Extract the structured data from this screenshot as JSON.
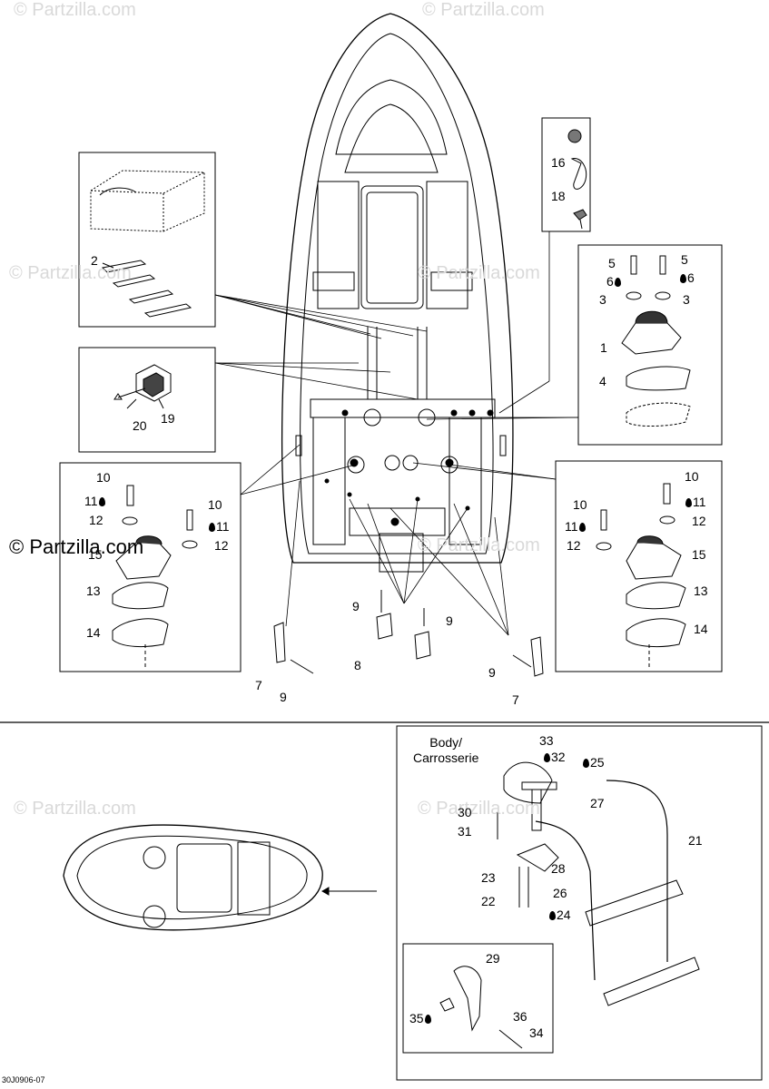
{
  "watermark": "© Partzilla.com",
  "drawing_code": "30J0906-07",
  "body_label": "Body/",
  "body_label_fr": "Carrosserie",
  "callouts": {
    "c1": "1",
    "c2": "2",
    "c3a": "3",
    "c3b": "3",
    "c4": "4",
    "c5a": "5",
    "c5b": "5",
    "c6a": "6",
    "c6b": "6",
    "c7a": "7",
    "c7b": "7",
    "c8": "8",
    "c9a": "9",
    "c9b": "9",
    "c9c": "9",
    "c9d": "9",
    "c10a": "10",
    "c10b": "10",
    "c10c": "10",
    "c10d": "10",
    "c11a": "11",
    "c11b": "11",
    "c11c": "11",
    "c11d": "11",
    "c12a": "12",
    "c12b": "12",
    "c12c": "12",
    "c12d": "12",
    "c13a": "13",
    "c13b": "13",
    "c14a": "14",
    "c14b": "14",
    "c15a": "15",
    "c15b": "15",
    "c16": "16",
    "c18": "18",
    "c19": "19",
    "c20": "20",
    "c21": "21",
    "c22": "22",
    "c23": "23",
    "c24": "24",
    "c25": "25",
    "c26": "26",
    "c27": "27",
    "c28": "28",
    "c29": "29",
    "c30": "30",
    "c31": "31",
    "c32": "32",
    "c33": "33",
    "c34": "34",
    "c35": "35",
    "c36": "36"
  },
  "icons": {
    "droplet": "droplet-icon"
  }
}
